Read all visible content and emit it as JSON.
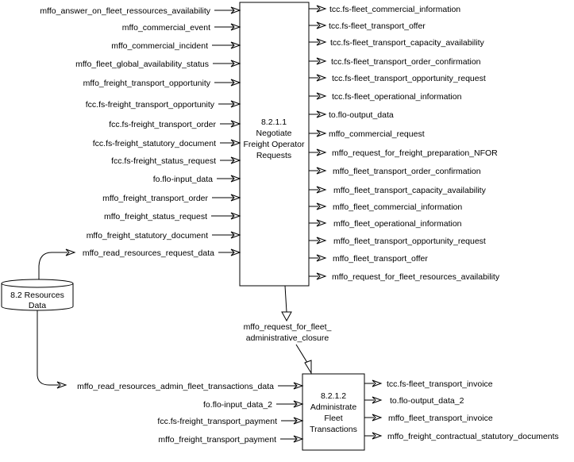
{
  "diagram": {
    "process_1": {
      "id": "8.2.1.1",
      "name_lines": [
        "Negotiate",
        "Freight Operator",
        "Requests"
      ],
      "inputs": [
        "mffo_answer_on_fleet_ressources_availability",
        "mffo_commercial_event",
        "mffo_commercial_incident",
        "mffo_fleet_global_availability_status",
        "mffo_freight_transport_opportunity",
        "fcc.fs-freight_transport_opportunity",
        "fcc.fs-freight_transport_order",
        "fcc.fs-freight_statutory_document",
        "fcc.fs-freight_status_request",
        "fo.flo-input_data",
        "mffo_freight_transport_order",
        "mffo_freight_status_request",
        "mffo_freight_statutory_document",
        "mffo_read_resources_request_data"
      ],
      "outputs": [
        "tcc.fs-fleet_commercial_information",
        "tcc.fs-fleet_transport_offer",
        "tcc.fs-fleet_transport_capacity_availability",
        "tcc.fs-fleet_transport_order_confirmation",
        "tcc.fs-fleet_transport_opportunity_request",
        "tcc.fs-fleet_operational_information",
        "to.flo-output_data",
        "mffo_commercial_request",
        "mffo_request_for_freight_preparation_NFOR",
        "mffo_fleet_transport_order_confirmation",
        "mffo_fleet_transport_capacity_availability",
        "mffo_fleet_commercial_information",
        "mffo_fleet_operational_information",
        "mffo_fleet_transport_opportunity_request",
        "mffo_fleet_transport_offer",
        "mffo_request_for_fleet_resources_availability"
      ]
    },
    "process_2": {
      "id": "8.2.1.2",
      "name_lines": [
        "Administrate",
        "Fleet",
        "Transactions"
      ],
      "inputs": [
        "mffo_read_resources_admin_fleet_transactions_data",
        "fo.flo-input_data_2",
        "fcc.fs-freight_transport_payment",
        "mffo_freight_transport_payment"
      ],
      "outputs": [
        "tcc.fs-fleet_transport_invoice",
        "to.flo-output_data_2",
        "mffo_fleet_transport_invoice",
        "mffo_freight_contractual_statutory_documents"
      ]
    },
    "connector": {
      "label_lines": [
        "mffo_request_for_fleet_",
        "administrative_closure"
      ]
    },
    "data_store": {
      "label_lines": [
        "8.2 Resources",
        "Data"
      ]
    }
  }
}
